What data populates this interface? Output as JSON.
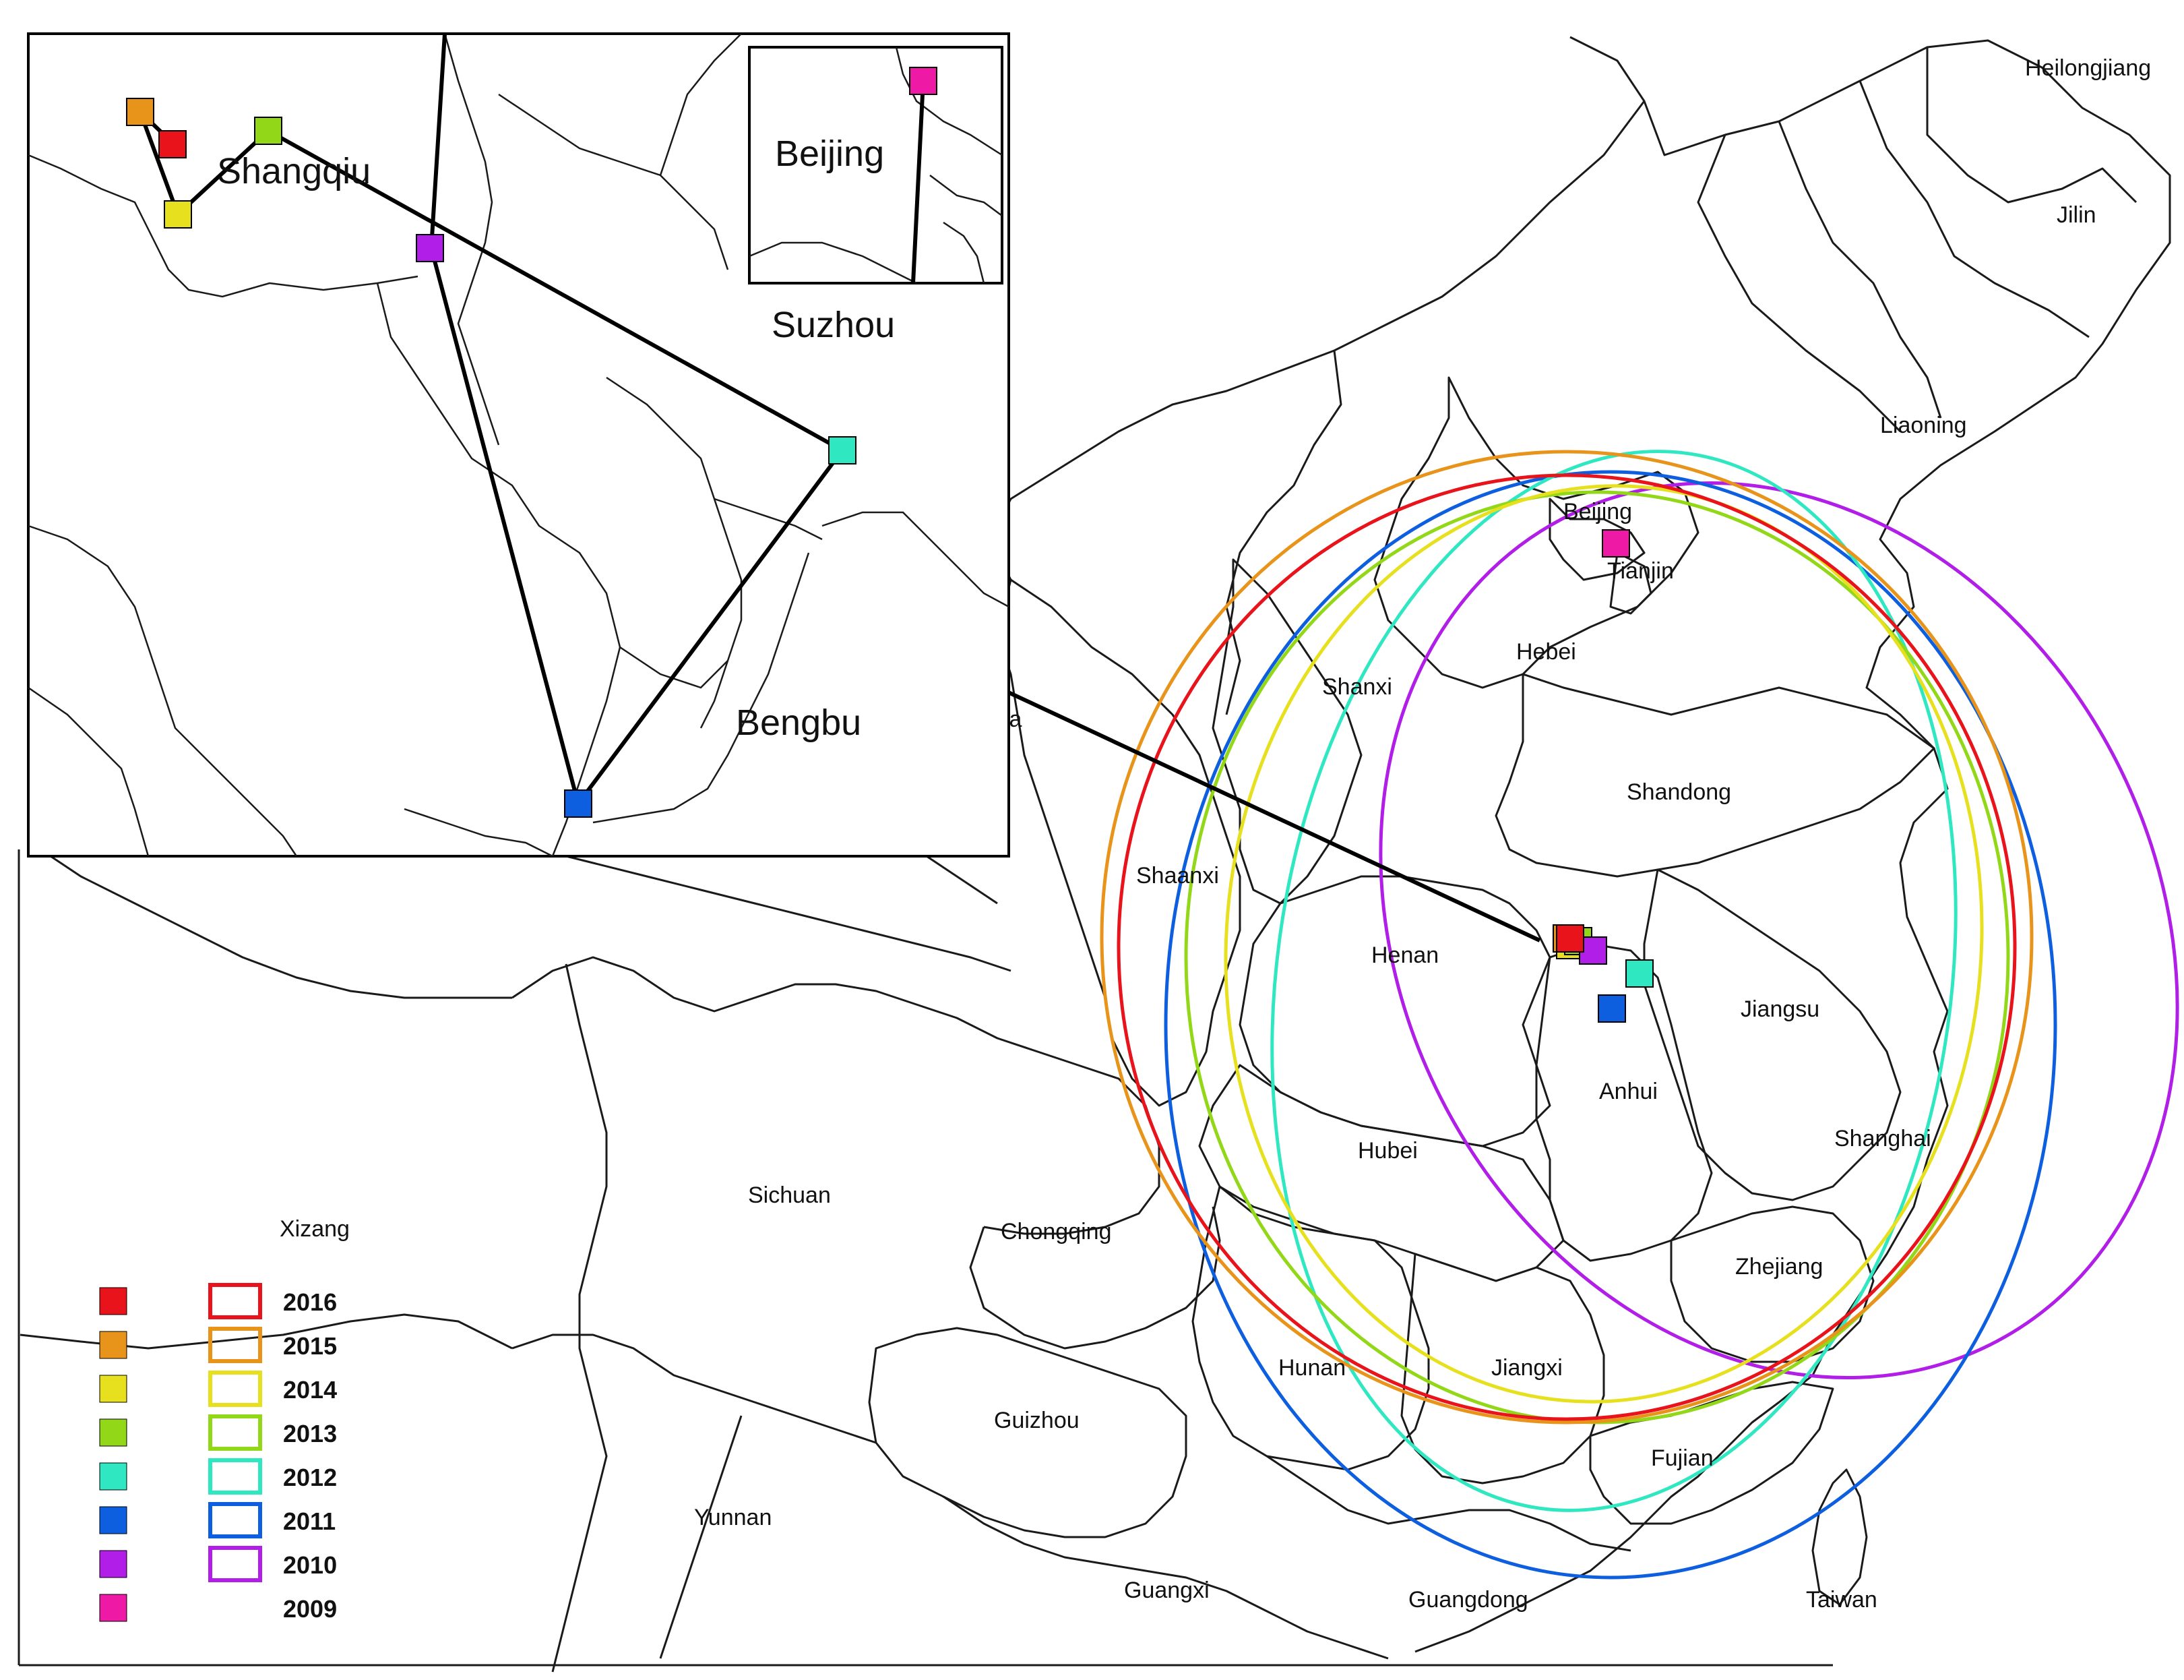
{
  "provinces": [
    {
      "id": "heilongjiang",
      "label": "Heilongjiang"
    },
    {
      "id": "jilin",
      "label": "Jilin"
    },
    {
      "id": "liaoning",
      "label": "Liaoning"
    },
    {
      "id": "beijing",
      "label": "Beijing"
    },
    {
      "id": "tianjin",
      "label": "Tianjin"
    },
    {
      "id": "hebei",
      "label": "Hebei"
    },
    {
      "id": "shanxi",
      "label": "Shanxi"
    },
    {
      "id": "shandong",
      "label": "Shandong"
    },
    {
      "id": "shaanxi",
      "label": "Shaanxi"
    },
    {
      "id": "henan",
      "label": "Henan"
    },
    {
      "id": "jiangsu",
      "label": "Jiangsu"
    },
    {
      "id": "anhui",
      "label": "Anhui"
    },
    {
      "id": "hubei",
      "label": "Hubei"
    },
    {
      "id": "shanghai",
      "label": "Shanghai"
    },
    {
      "id": "sichuan",
      "label": "Sichuan"
    },
    {
      "id": "xizang",
      "label": "Xizang"
    },
    {
      "id": "chongqing",
      "label": "Chongqing"
    },
    {
      "id": "zhejiang",
      "label": "Zhejiang"
    },
    {
      "id": "hunan",
      "label": "Hunan"
    },
    {
      "id": "jiangxi",
      "label": "Jiangxi"
    },
    {
      "id": "guizhou",
      "label": "Guizhou"
    },
    {
      "id": "fujian",
      "label": "Fujian"
    },
    {
      "id": "yunnan",
      "label": "Yunnan"
    },
    {
      "id": "guangxi",
      "label": "Guangxi"
    },
    {
      "id": "guangdong",
      "label": "Guangdong"
    },
    {
      "id": "taiwan",
      "label": "Taiwan"
    },
    {
      "id": "ningxia-partial",
      "label": "ia"
    }
  ],
  "inset": {
    "labels": {
      "shangqiu": "Shangqiu",
      "suzhou": "Suzhou",
      "bengbu": "Bengbu",
      "beijing": "Beijing"
    }
  },
  "legend": [
    {
      "year": "2016",
      "color": "#e8131b",
      "has_ellipse": true
    },
    {
      "year": "2015",
      "color": "#e8941a",
      "has_ellipse": true
    },
    {
      "year": "2014",
      "color": "#e6e01e",
      "has_ellipse": true
    },
    {
      "year": "2013",
      "color": "#93d818",
      "has_ellipse": true
    },
    {
      "year": "2012",
      "color": "#2fe8c2",
      "has_ellipse": true
    },
    {
      "year": "2011",
      "color": "#0d5fe0",
      "has_ellipse": true
    },
    {
      "year": "2010",
      "color": "#b11ee8",
      "has_ellipse": true
    },
    {
      "year": "2009",
      "color": "#ee1aa6",
      "has_ellipse": false
    }
  ],
  "colors": {
    "track_line": "#000000",
    "boundary": "#1a1a1a",
    "background": "#ffffff"
  }
}
